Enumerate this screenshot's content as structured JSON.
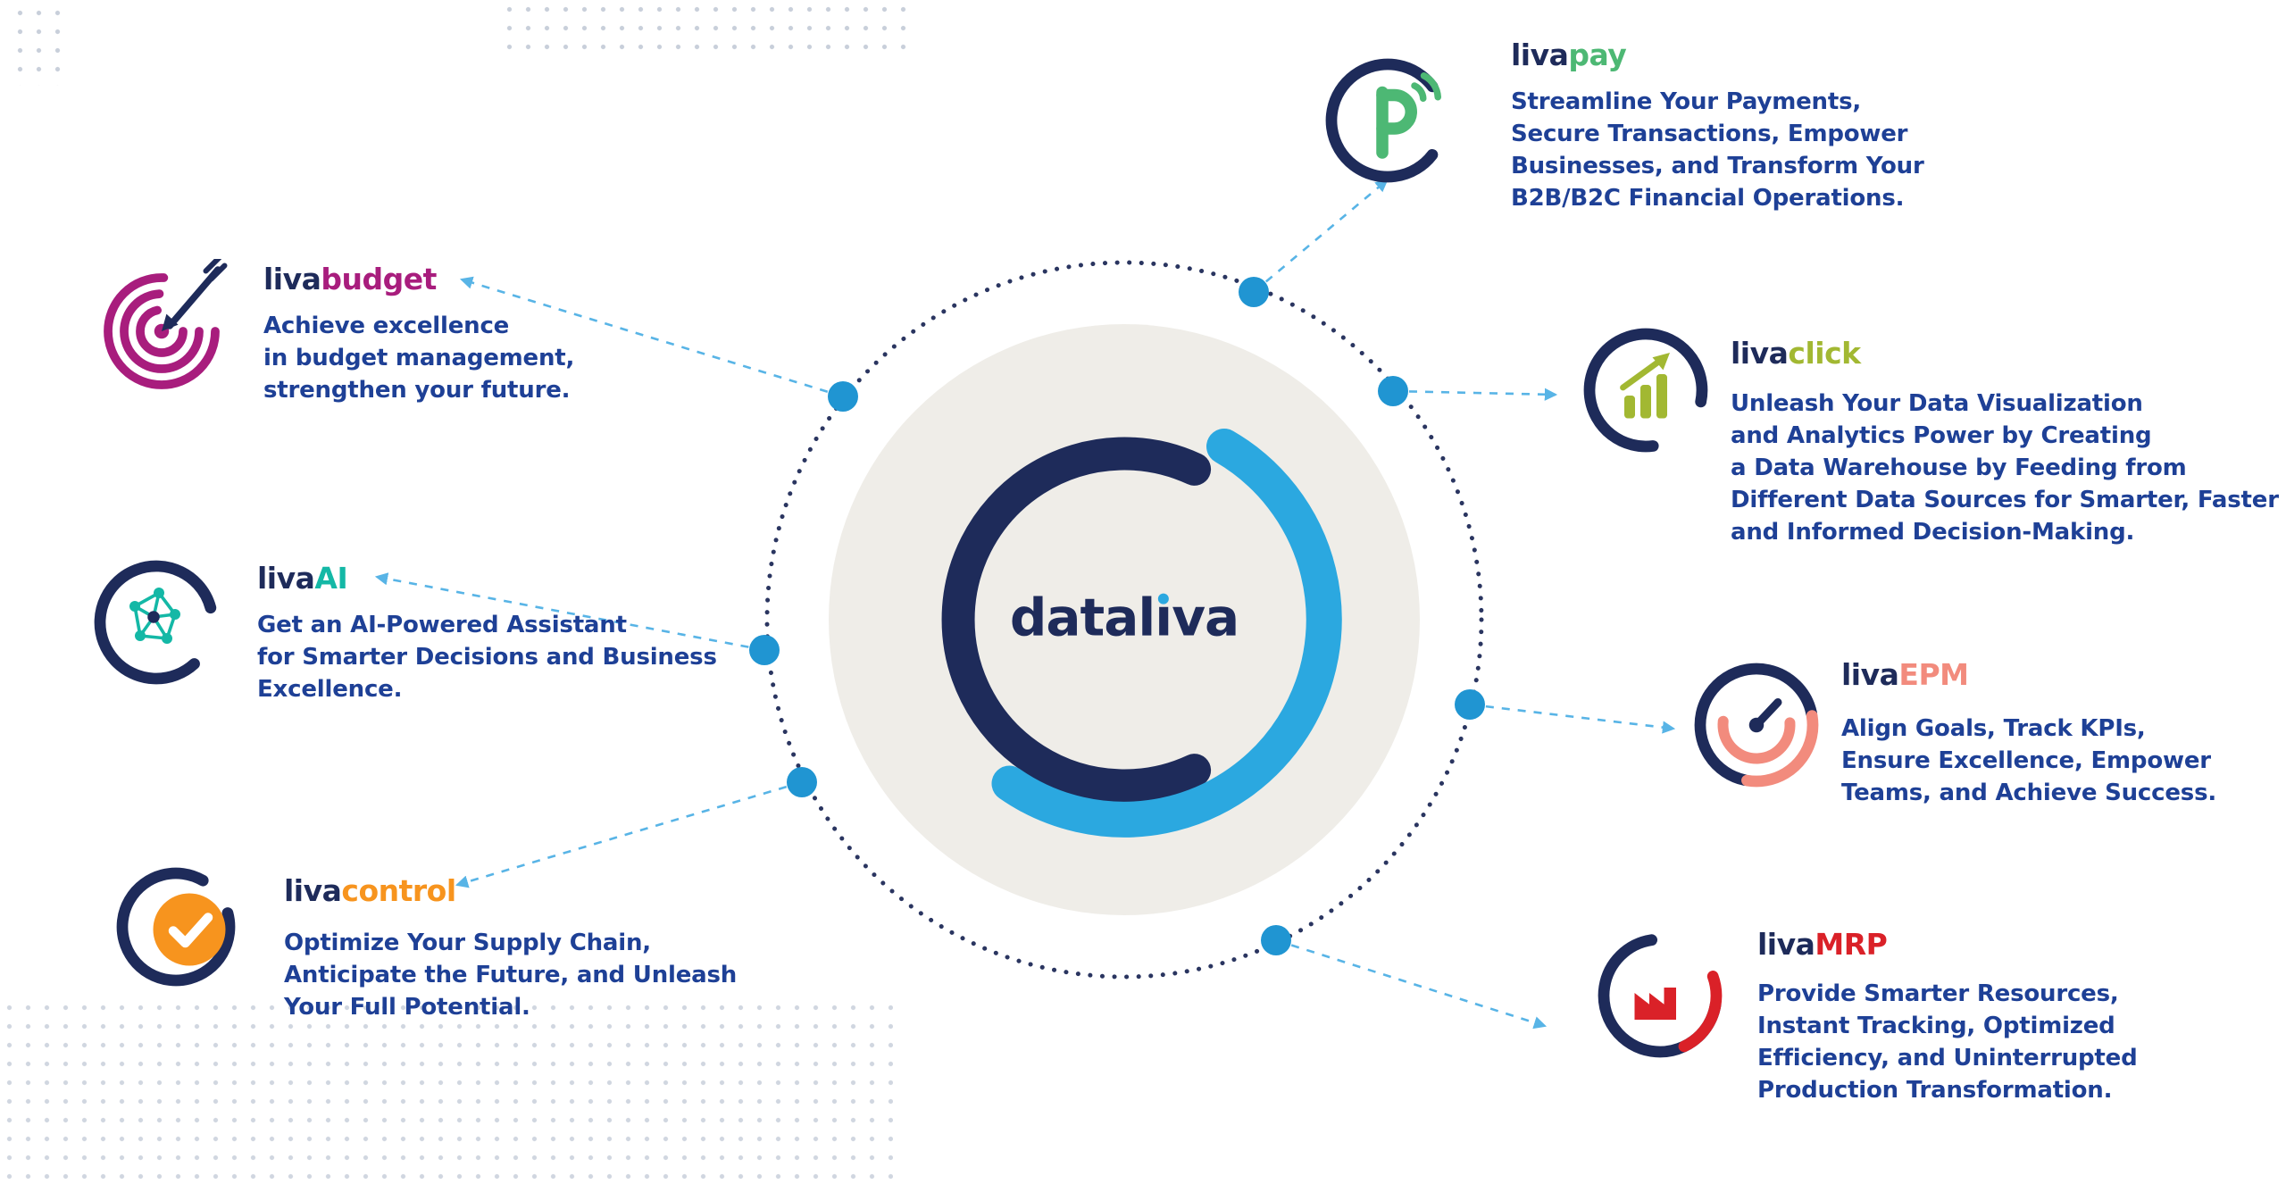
{
  "hub": {
    "logo": "dataliva"
  },
  "products": [
    {
      "prefix": "liva",
      "suffix": "pay",
      "accent": "#4db874",
      "description": "Streamline Your Payments,\nSecure Transactions, Empower\nBusinesses, and Transform Your\nB2B/B2C Financial Operations."
    },
    {
      "prefix": "liva",
      "suffix": "click",
      "accent": "#a2b832",
      "description": "Unleash Your Data Visualization\nand Analytics Power by Creating\na Data Warehouse by Feeding from\nDifferent Data Sources for Smarter, Faster\nand Informed Decision-Making."
    },
    {
      "prefix": "liva",
      "suffix": "EPM",
      "accent": "#f28b7d",
      "description": "Align Goals, Track KPIs,\nEnsure Excellence, Empower\nTeams, and Achieve Success."
    },
    {
      "prefix": "liva",
      "suffix": "MRP",
      "accent": "#da2128",
      "description": "Provide Smarter Resources,\nInstant Tracking, Optimized\nEfficiency, and Uninterrupted\nProduction Transformation."
    },
    {
      "prefix": "liva",
      "suffix": "budget",
      "accent": "#a81d7d",
      "description": "Achieve excellence\nin budget management,\nstrengthen your future."
    },
    {
      "prefix": "liva",
      "suffix": "AI",
      "accent": "#14b8a6",
      "description": "Get an AI-Powered Assistant\nfor Smarter Decisions and Business\nExcellence."
    },
    {
      "prefix": "liva",
      "suffix": "control",
      "accent": "#f7941e",
      "description": "Optimize Your Supply Chain,\nAnticipate the Future, and Unleash\nYour Full Potential."
    }
  ],
  "colors": {
    "navy": "#1e2b5a",
    "light_blue": "#2ba8e0",
    "hub_fill": "#efede8",
    "connector_dot": "#2095d2",
    "dashed_line": "#58b4e6",
    "body_text": "#1e4096"
  }
}
